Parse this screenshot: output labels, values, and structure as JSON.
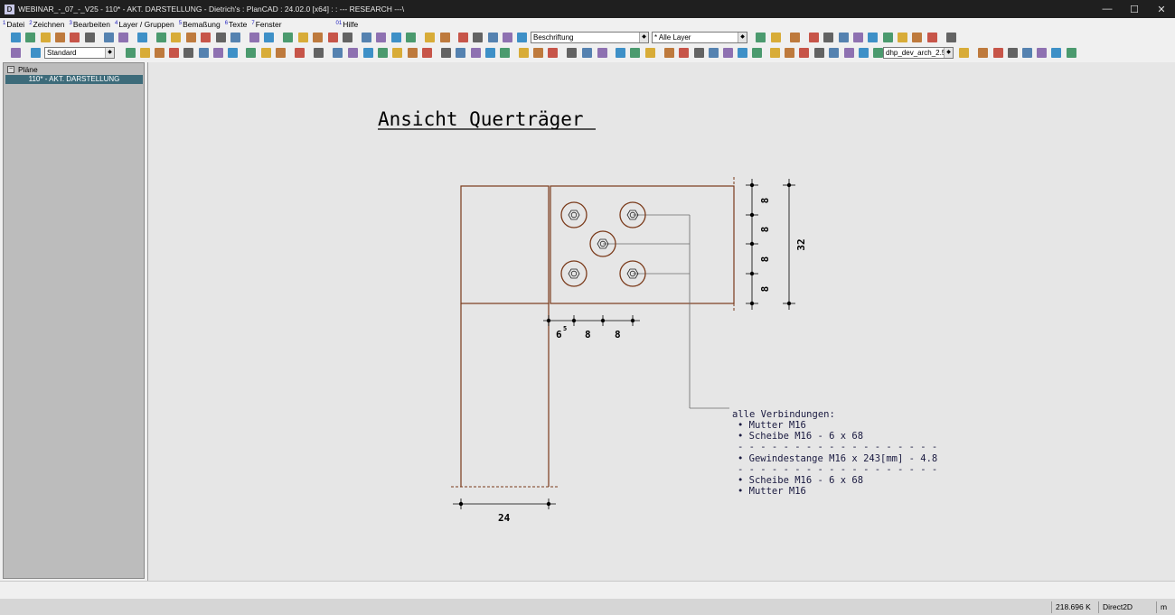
{
  "window": {
    "app_icon": "D",
    "title": "WEBINAR_-_07_-_V25 - 110* - AKT. DARSTELLUNG - Dietrich's : PlanCAD : 24.02.0 [x64] : : --- RESEARCH ---\\",
    "minimize": "—",
    "maximize": "☐",
    "close": "✕"
  },
  "menu": [
    {
      "num": "1",
      "label": "Datei"
    },
    {
      "num": "2",
      "label": "Zeichnen"
    },
    {
      "num": "3",
      "label": "Bearbeiten"
    },
    {
      "num": "4",
      "label": "Layer / Gruppen"
    },
    {
      "num": "5",
      "label": "Bemaßung"
    },
    {
      "num": "6",
      "label": "Texte"
    },
    {
      "num": "7",
      "label": "Fenster"
    },
    {
      "num": "01",
      "label": "Hilfe"
    }
  ],
  "toolbar": {
    "text_style": "Beschriftung",
    "layer_filter": "* Alle Layer",
    "line_style": "Standard",
    "dim_style": "dhp_dev_arch_2.5"
  },
  "plans_panel": {
    "root_label": "Pläne",
    "toggle": "−",
    "selected_plan": "110* - AKT. DARSTELLUNG"
  },
  "drawing": {
    "title": "Ansicht Querträger",
    "dim_vertical": [
      "8",
      "8",
      "8",
      "8"
    ],
    "dim_total": "32",
    "dim_horizontal_a": "6",
    "dim_horizontal_a_sup": "5",
    "dim_horizontal": [
      "8",
      "8"
    ],
    "dim_bottom": "24",
    "notes": [
      "alle Verbindungen:",
      "• Mutter M16",
      "• Scheibe M16 - 6 x 68",
      "- - - - - - - - - - - - - - - - - -",
      "• Gewindestange M16 x 243[mm] - 4.8",
      "- - - - - - - - - - - - - - - - - -",
      "• Scheibe M16 - 6 x 68",
      "• Mutter M16"
    ],
    "colors": {
      "wood": "#7a3a1a",
      "dim": "#000000",
      "leader": "#6a6a6a",
      "note_text": "#1a1a40"
    }
  },
  "status": {
    "memory": "218.696 K",
    "renderer": "Direct2D",
    "unit": "m"
  }
}
